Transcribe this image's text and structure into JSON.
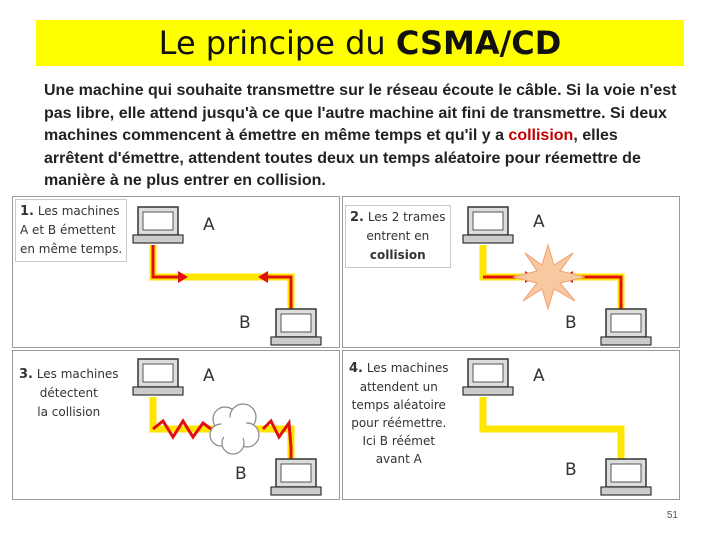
{
  "title": {
    "regular": "Le principe du ",
    "bold": "CSMA/CD"
  },
  "intro": {
    "before": "Une machine qui souhaite transmettre sur le réseau écoute le câble. Si la voie n'est pas libre, elle attend jusqu'à ce que l'autre machine ait fini de transmettre. Si deux machines commencent à émettre en même temps et qu'il y a ",
    "highlight": "collision",
    "after": ", elles arrêtent d'émettre, attendent toutes deux un temps aléatoire pour réemettre de manière à ne plus entrer en collision."
  },
  "panels": [
    {
      "num": "1.",
      "lines": [
        "Les machines",
        "A et B émettent",
        "en même temps."
      ],
      "a": "A",
      "b": "B"
    },
    {
      "num": "2.",
      "lines": [
        "Les 2 trames",
        "entrent en",
        "collision"
      ],
      "a": "A",
      "b": "B"
    },
    {
      "num": "3.",
      "lines": [
        "Les machines",
        "détectent",
        "la collision"
      ],
      "a": "A",
      "b": "B"
    },
    {
      "num": "4.",
      "lines": [
        "Les machines",
        "attendent un",
        "temps aléatoire",
        "pour réémettre.",
        "Ici B réémet",
        "avant A"
      ],
      "a": "A",
      "b": "B"
    }
  ],
  "page_number": "51",
  "colors": {
    "title_bg": "#ffff00",
    "cable": "#ffe600",
    "arrow": "#e01010",
    "highlight": "#c00000"
  }
}
